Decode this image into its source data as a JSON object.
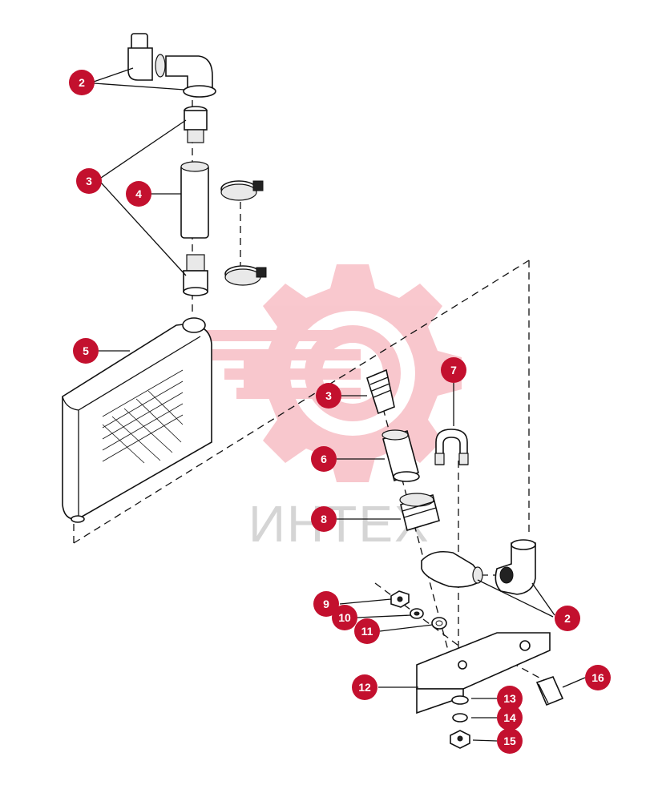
{
  "watermark": {
    "text": "ИНТЕХ",
    "color": "#e8384f"
  },
  "callout_color": "#c3102e",
  "callouts": [
    {
      "label": "2"
    },
    {
      "label": "3"
    },
    {
      "label": "4"
    },
    {
      "label": "5"
    },
    {
      "label": "3"
    },
    {
      "label": "7"
    },
    {
      "label": "6"
    },
    {
      "label": "8"
    },
    {
      "label": "9"
    },
    {
      "label": "10"
    },
    {
      "label": "11"
    },
    {
      "label": "2"
    },
    {
      "label": "12"
    },
    {
      "label": "13"
    },
    {
      "label": "14"
    },
    {
      "label": "15"
    },
    {
      "label": "16"
    }
  ]
}
